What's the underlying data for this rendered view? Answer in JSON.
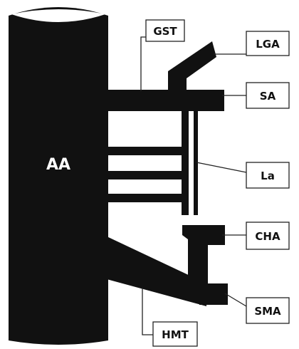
{
  "diagram": {
    "aorta_label": "AA",
    "labels": {
      "gst": "GST",
      "lga": "LGA",
      "sa": "SA",
      "la": "La",
      "cha": "CHA",
      "sma": "SMA",
      "hmt": "HMT"
    }
  }
}
